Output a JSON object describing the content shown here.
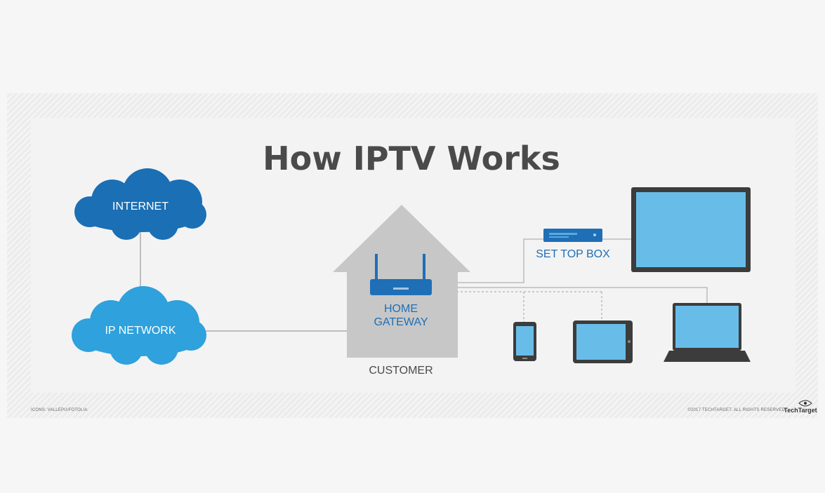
{
  "title": "How IPTV Works",
  "nodes": {
    "internet": "INTERNET",
    "ip_network": "IP NETWORK",
    "home_gateway_line1": "HOME",
    "home_gateway_line2": "GATEWAY",
    "customer": "CUSTOMER",
    "set_top_box": "SET TOP BOX"
  },
  "footer": {
    "credit": "ICONS: VALLEPU/FOTOLIA",
    "copyright": "©2017 TECHTARGET. ALL RIGHTS RESERVED",
    "brand": "TechTarget"
  },
  "icons": [
    "cloud-icon",
    "house-icon",
    "router-icon",
    "set-top-box-icon",
    "tv-icon",
    "phone-icon",
    "tablet-icon",
    "laptop-icon",
    "techtarget-logo-icon"
  ],
  "colors": {
    "dark_cloud": "#1a6fb5",
    "light_cloud": "#2fa1dc",
    "screen": "#68bde8",
    "device_frame": "#3c3c3c",
    "house": "#c7c7c7",
    "router": "#1f6fb6",
    "connector": "#bdbdbd",
    "title": "#4a4a4a"
  }
}
